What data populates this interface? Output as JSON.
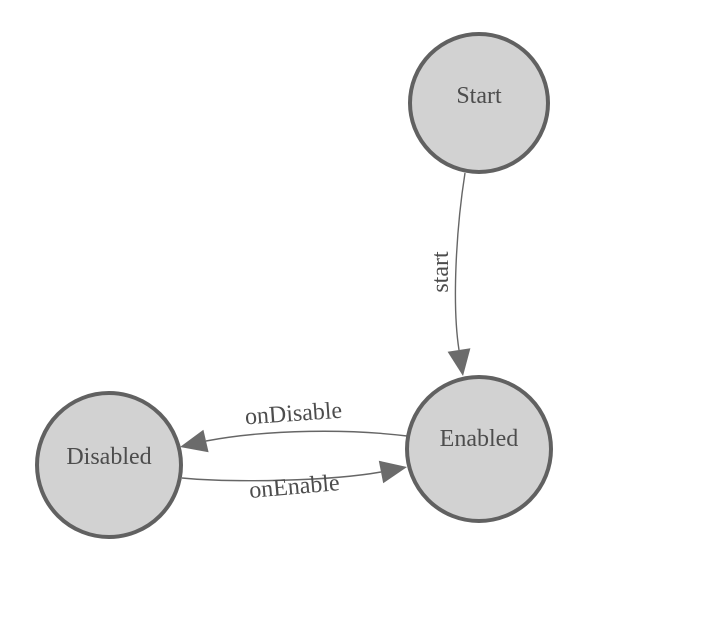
{
  "diagram": {
    "type": "state-machine",
    "colors": {
      "background": "#ffffff",
      "node_fill": "#d2d2d2",
      "node_stroke": "#616161",
      "edge_stroke": "#666666",
      "arrow_fill": "#6b6b6b",
      "label_color": "#4d4d4d"
    },
    "nodes": [
      {
        "id": "start",
        "label": "Start"
      },
      {
        "id": "enabled",
        "label": "Enabled"
      },
      {
        "id": "disabled",
        "label": "Disabled"
      }
    ],
    "edges": [
      {
        "from": "Start",
        "to": "Enabled",
        "label": "start"
      },
      {
        "from": "Enabled",
        "to": "Disabled",
        "label": "onDisable"
      },
      {
        "from": "Disabled",
        "to": "Enabled",
        "label": "onEnable"
      }
    ]
  }
}
